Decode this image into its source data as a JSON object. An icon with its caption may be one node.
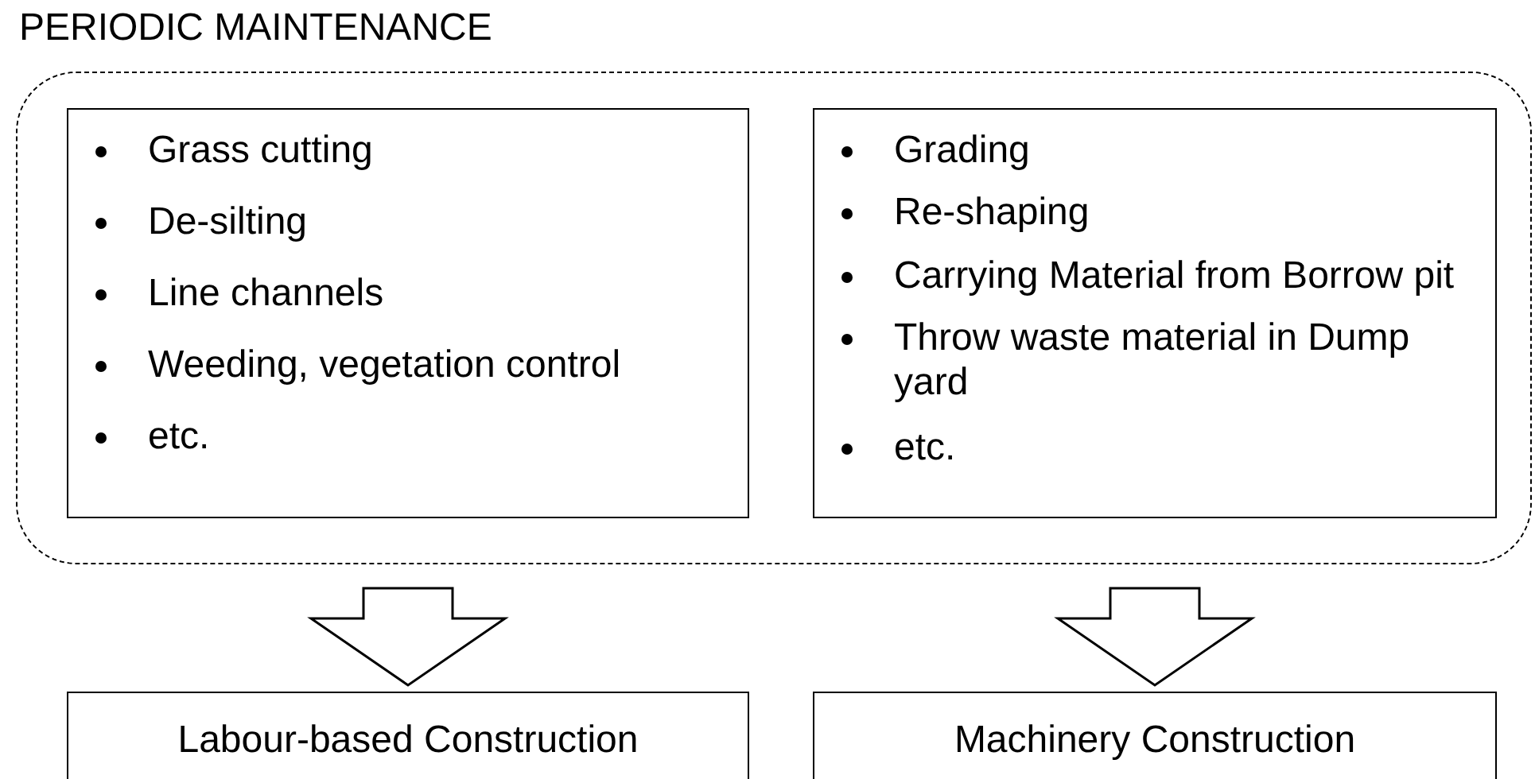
{
  "diagram": {
    "nodes": [
      {
        "text": [
          "PERIODIC MAINTENANCE"
        ]
      },
      {
        "text": [
          "Grass cutting",
          "De-silting",
          "Line channels",
          "Weeding, vegetation control",
          "etc."
        ],
        "in": 0
      },
      {
        "text": [
          "Grading",
          "Re-shaping",
          "Carrying Material from Borrow pit",
          "Throw waste material in Dump yard",
          "etc."
        ],
        "in": 0
      },
      {
        "text": [
          "Labour-based Construction"
        ]
      },
      {
        "text": [
          "Machinery Construction"
        ]
      }
    ],
    "edges": [
      {
        "from": 0,
        "to": 3,
        "arrow": "to"
      },
      {
        "from": 0,
        "to": 4,
        "arrow": "to"
      }
    ]
  }
}
